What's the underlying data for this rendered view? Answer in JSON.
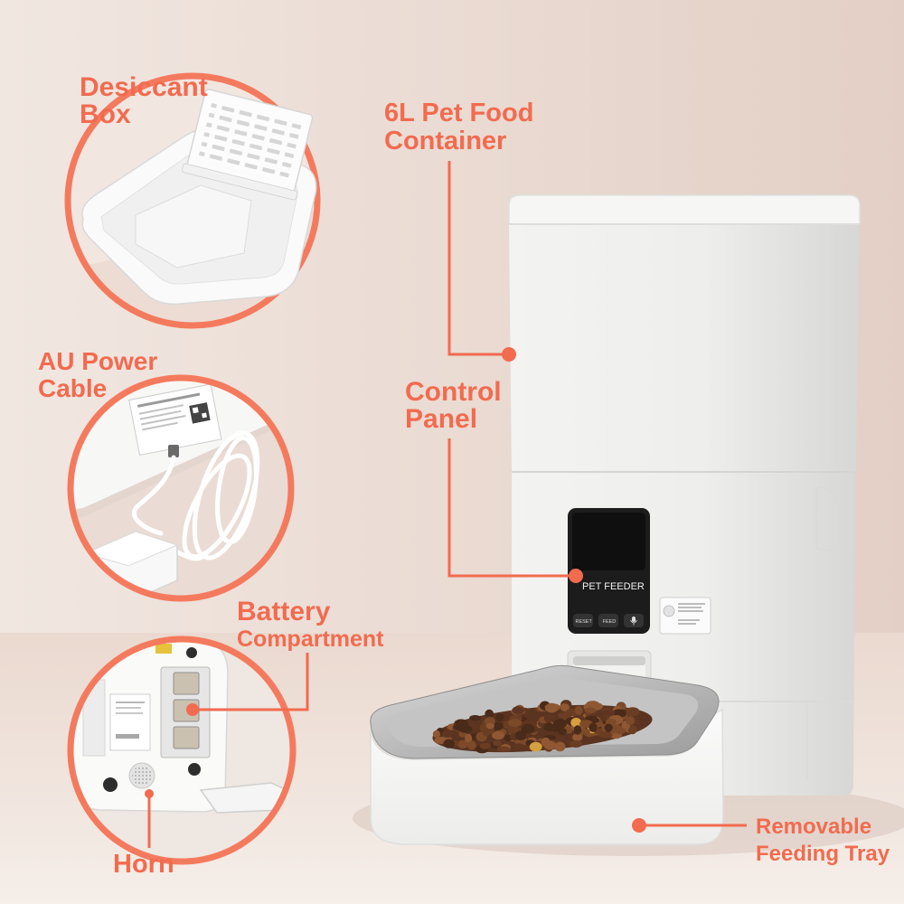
{
  "colors": {
    "accent": "#f26b4f",
    "background": "#e9dbd3",
    "feeder_body": "#f2f2f0",
    "control_panel": "#1c1c1c"
  },
  "callouts": {
    "desiccant": {
      "line1": "Desiccant",
      "line2": "Box"
    },
    "container": {
      "line1": "6L Pet Food",
      "line2": "Container"
    },
    "power": {
      "line1": "AU Power",
      "line2": "Cable"
    },
    "control": {
      "line1": "Control",
      "line2": "Panel"
    },
    "battery": {
      "line1": "Battery",
      "line2": "Compartment"
    },
    "horn": {
      "line1": "Horn"
    },
    "tray": {
      "line1": "Removable",
      "line2": "Feeding Tray"
    }
  },
  "control_panel": {
    "title": "PET FEEDER",
    "buttons": [
      "RESET",
      "FEED"
    ],
    "voice_button_icon": "microphone-icon"
  }
}
